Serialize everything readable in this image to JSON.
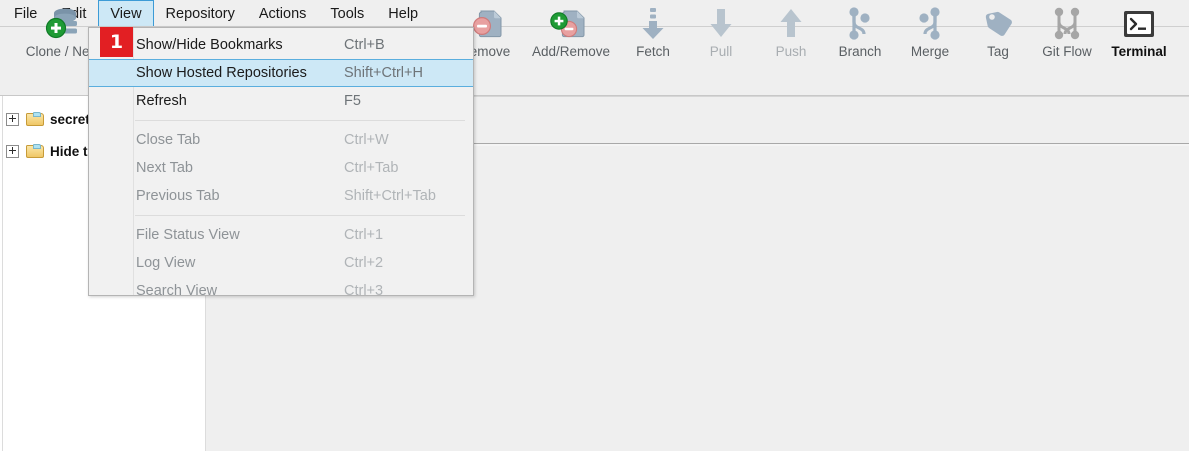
{
  "menubar": {
    "items": [
      {
        "label": "File",
        "active": false
      },
      {
        "label": "Edit",
        "active": false
      },
      {
        "label": "View",
        "active": true
      },
      {
        "label": "Repository",
        "active": false
      },
      {
        "label": "Actions",
        "active": false
      },
      {
        "label": "Tools",
        "active": false
      },
      {
        "label": "Help",
        "active": false
      }
    ]
  },
  "toolbar": {
    "items": [
      {
        "label": "Clone / New",
        "icon": "clone-new-icon",
        "state": "enabled"
      },
      {
        "label": "emove",
        "icon": "remove-icon",
        "state": "enabled"
      },
      {
        "label": "Add/Remove",
        "icon": "add-remove-icon",
        "state": "enabled"
      },
      {
        "label": "Fetch",
        "icon": "fetch-icon",
        "state": "enabled"
      },
      {
        "label": "Pull",
        "icon": "pull-icon",
        "state": "disabled"
      },
      {
        "label": "Push",
        "icon": "push-icon",
        "state": "disabled"
      },
      {
        "label": "Branch",
        "icon": "branch-icon",
        "state": "enabled"
      },
      {
        "label": "Merge",
        "icon": "merge-icon",
        "state": "enabled"
      },
      {
        "label": "Tag",
        "icon": "tag-icon",
        "state": "enabled"
      },
      {
        "label": "Git Flow",
        "icon": "git-flow-icon",
        "state": "enabled"
      },
      {
        "label": "Terminal",
        "icon": "terminal-icon",
        "state": "strong"
      }
    ]
  },
  "sidebar": {
    "items": [
      {
        "label": "secret",
        "icon": "folder-icon",
        "expander": "plus"
      },
      {
        "label": "Hide t",
        "icon": "folder-icon",
        "expander": "plus"
      }
    ]
  },
  "view_menu": {
    "groups": [
      [
        {
          "label": "Show/Hide Bookmarks",
          "accel": "Ctrl+B",
          "enabled": true,
          "selected": false
        },
        {
          "label": "Show Hosted Repositories",
          "accel": "Shift+Ctrl+H",
          "enabled": true,
          "selected": true
        },
        {
          "label": "Refresh",
          "accel": "F5",
          "enabled": true,
          "selected": false
        }
      ],
      [
        {
          "label": "Close Tab",
          "accel": "Ctrl+W",
          "enabled": false,
          "selected": false
        },
        {
          "label": "Next Tab",
          "accel": "Ctrl+Tab",
          "enabled": false,
          "selected": false
        },
        {
          "label": "Previous Tab",
          "accel": "Shift+Ctrl+Tab",
          "enabled": false,
          "selected": false
        }
      ],
      [
        {
          "label": "File Status View",
          "accel": "Ctrl+1",
          "enabled": false,
          "selected": false
        },
        {
          "label": "Log View",
          "accel": "Ctrl+2",
          "enabled": false,
          "selected": false
        },
        {
          "label": "Search View",
          "accel": "Ctrl+3",
          "enabled": false,
          "selected": false
        }
      ]
    ]
  },
  "annotation": {
    "badge_number": "1",
    "badge_color": "#e21f23"
  },
  "colors": {
    "chrome": "#efefef",
    "menu_highlight": "#cde8f6",
    "menu_highlight_border": "#3c9bd6",
    "panel": "#efefef",
    "sidebar": "#ffffff"
  }
}
